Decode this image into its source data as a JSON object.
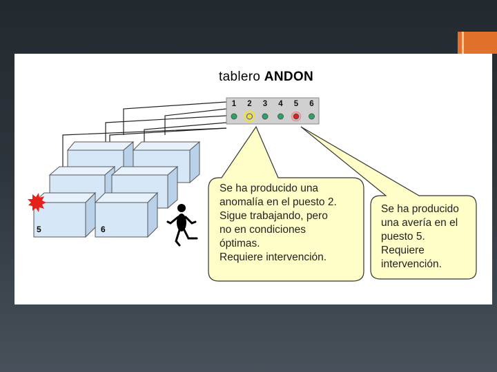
{
  "title": {
    "prefix": "tablero",
    "main": "ANDON"
  },
  "board": {
    "stations": [
      "1",
      "2",
      "3",
      "4",
      "5",
      "6"
    ],
    "light_colors": [
      "#2aa46a",
      "#f0e23a",
      "#2aa46a",
      "#2aa46a",
      "#d42020",
      "#2aa46a"
    ]
  },
  "callouts": {
    "station2": "Se ha producido una\nanomalía en el puesto 2.\nSigue trabajando, pero\nno en condiciones\nóptimas.\nRequiere intervención.",
    "station5": "Se ha producido\nuna avería en el\npuesto 5.\nRequiere\nintervención."
  },
  "workstations": {
    "label_a": "5",
    "label_b": "6"
  },
  "colors": {
    "accent": "#e0702a",
    "box_fill": "#d6e8f8",
    "callout_fill": "#fffec8",
    "alarm": "#e8201a"
  }
}
